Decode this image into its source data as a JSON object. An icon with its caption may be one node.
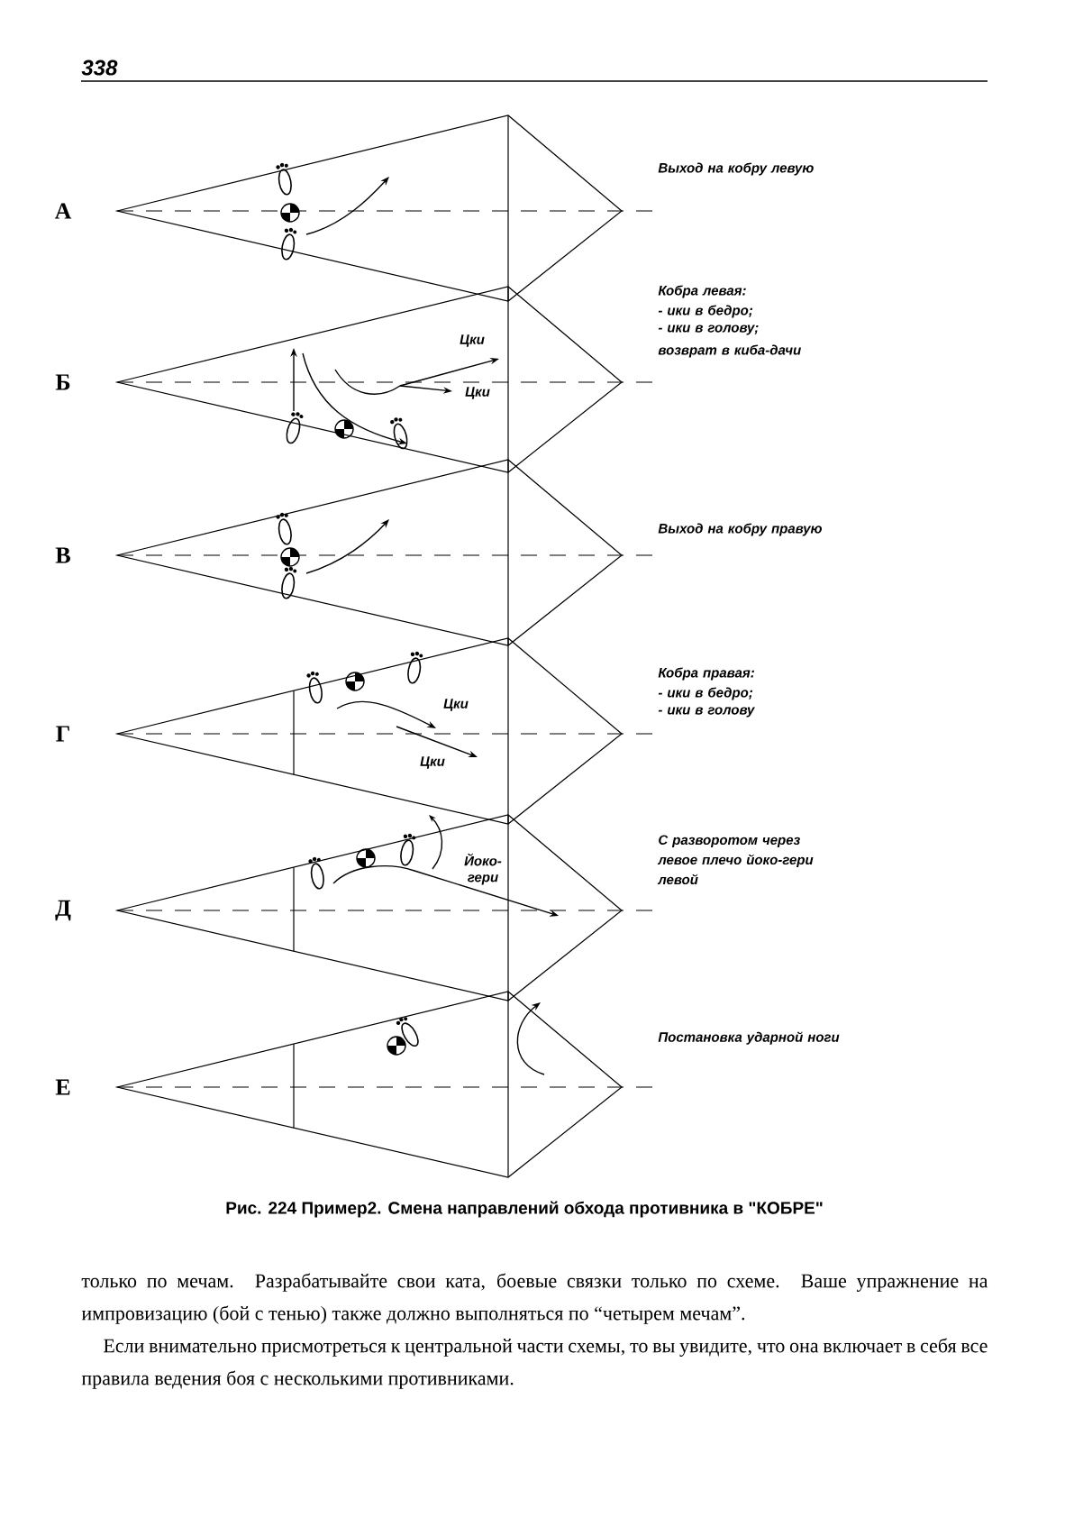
{
  "diagram": {
    "caption": "Рис. 224 Пример2. Смена направлений обхода противника в \"КОБРЕ\"",
    "nodes": [
      {
        "text": [],
        "shape": "kite",
        "beside": [
          "А",
          "Выход на кобру левую"
        ]
      },
      {
        "text": [
          "Цки",
          "Цки"
        ],
        "beside": [
          "Б",
          "Кобра левая:",
          "- ики в бедро;",
          "- ики в голову;",
          "возврат в киба-дачи"
        ]
      },
      {
        "text": [],
        "shape": "kite",
        "beside": [
          "В",
          "Выход на кобру правую"
        ]
      },
      {
        "text": [
          "Цки",
          "Цки"
        ],
        "beside": [
          "Г",
          "Кобра правая:",
          "- ики в бедро;",
          "- ики в голову"
        ]
      },
      {
        "text": [
          "Йоко-гери"
        ],
        "beside": [
          "Д",
          "С разворотом через левое плечо йоко-гери левой"
        ]
      },
      {
        "text": [],
        "shape": "kite",
        "beside": [
          "Е",
          "Постановка ударной ноги"
        ]
      }
    ],
    "labels": [
      "338",
      "только по мечам. Разрабатывайте свои ката, боевые связки только по схеме. Ваше упражнение на импровизацию (бой с тенью) также должно выполняться по “четырем мечам”.",
      "Если внимательно присмотреться к центральной части схемы, то вы увидите, что она включает в себя все правила ведения боя с несколькими противниками."
    ]
  }
}
